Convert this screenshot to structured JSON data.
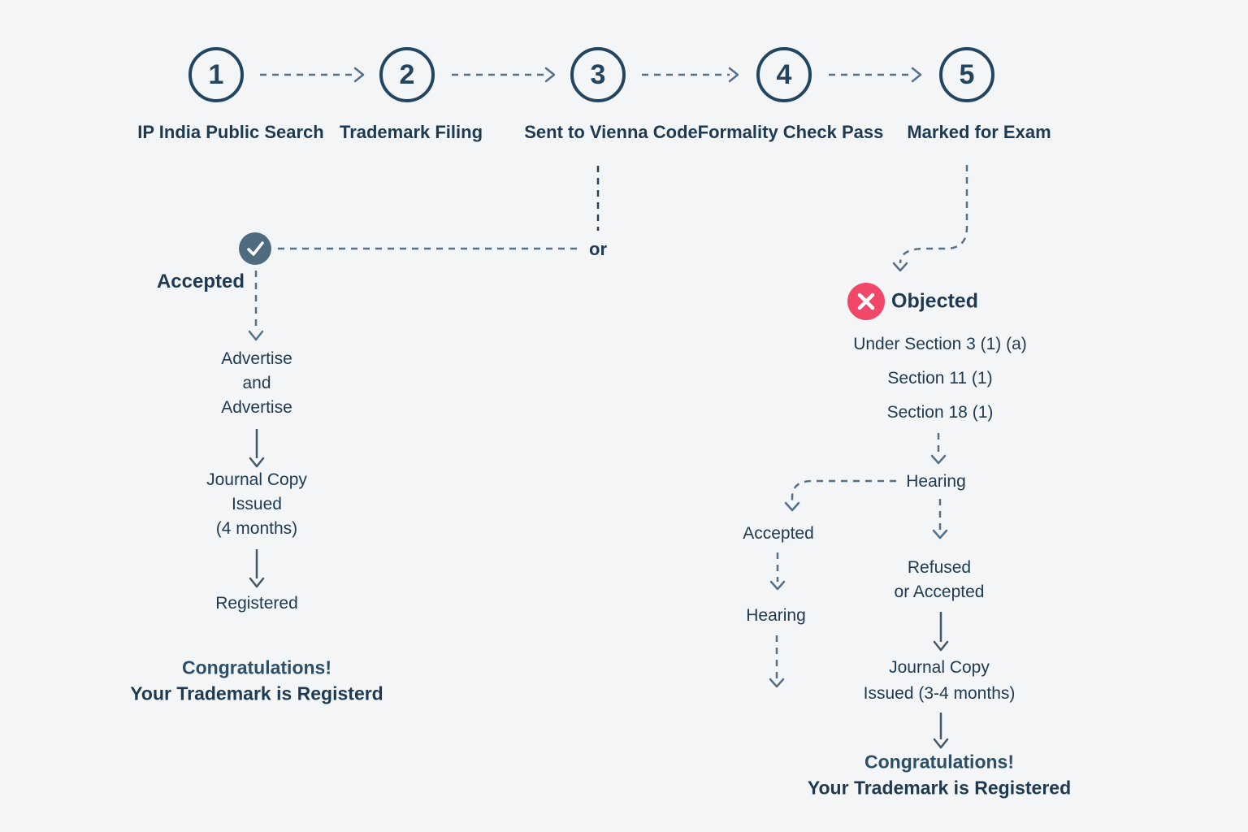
{
  "steps": [
    {
      "num": "1",
      "label": "IP India Public Search"
    },
    {
      "num": "2",
      "label": "Trademark Filing"
    },
    {
      "num": "3",
      "label": "Sent to Vienna Code"
    },
    {
      "num": "4",
      "label": "Formality Check Pass"
    },
    {
      "num": "5",
      "label": "Marked for Exam"
    }
  ],
  "or_label": "or",
  "accepted_branch": {
    "icon": "check-icon",
    "label": "Accepted",
    "advertise": "Advertise\nand\nAdvertise",
    "journal": "Journal Copy\nIssued\n(4 months)",
    "registered": "Registered",
    "congrats_title": "Congratulations!",
    "congrats_subtitle": "Your Trademark is Registerd"
  },
  "objected_branch": {
    "icon": "x-icon",
    "label": "Objected",
    "sections": "Under Section 3 (1) (a)\nSection 11 (1)\nSection 18 (1)",
    "hearing": "Hearing",
    "accepted_sub": "Accepted",
    "hearing_sub": "Hearing",
    "refused": "Refused\nor Accepted",
    "journal": "Journal Copy\nIssued (3-4 months)",
    "congrats_title": "Congratulations!",
    "congrats_subtitle": "Your Trademark is Registered"
  },
  "colors": {
    "background": "#f4f5f6",
    "text_navy": "#1d3a52",
    "dashed_line": "#54708a",
    "solid_arrow": "#3f586c",
    "accepted_badge": "#4e6b80",
    "objected_badge": "#f1486a"
  }
}
